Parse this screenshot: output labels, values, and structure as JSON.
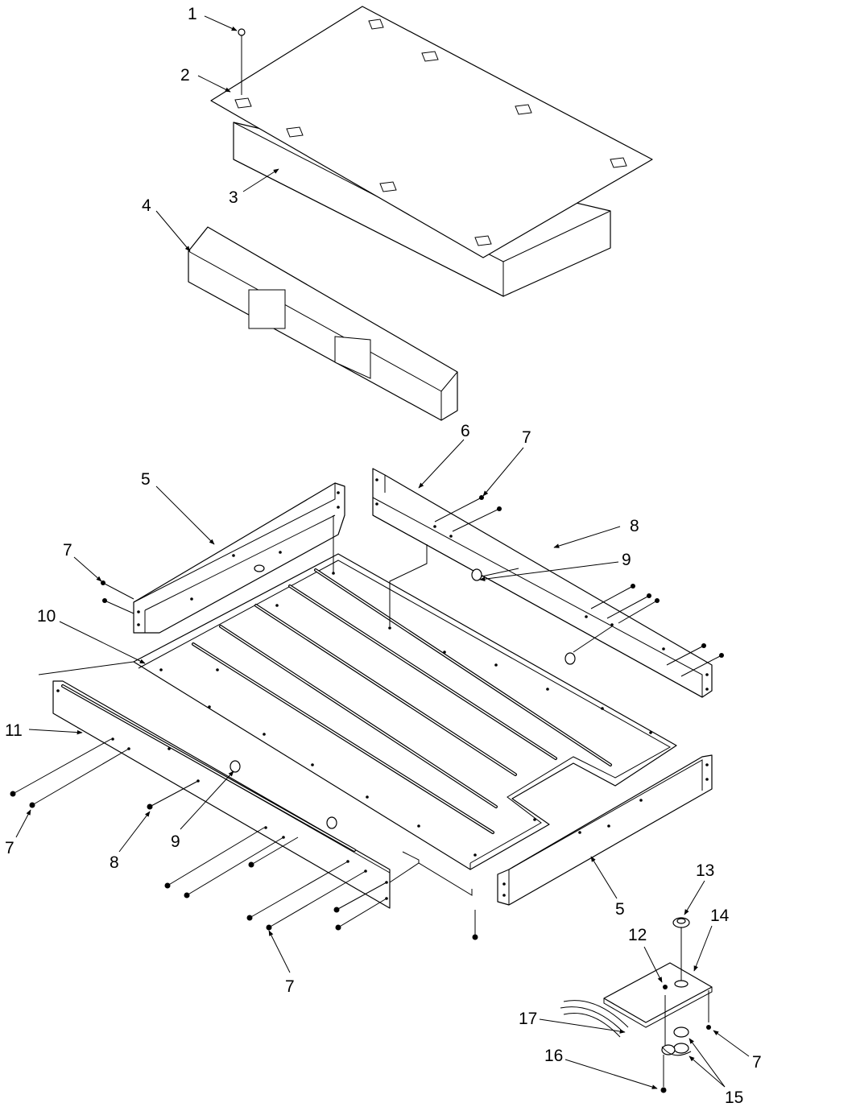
{
  "callouts": {
    "c1": "1",
    "c2": "2",
    "c3": "3",
    "c4": "4",
    "c5a": "5",
    "c5b": "5",
    "c6": "6",
    "c7a": "7",
    "c7b": "7",
    "c7c": "7",
    "c7d": "7",
    "c7e": "7",
    "c8a": "8",
    "c8b": "8",
    "c9a": "9",
    "c9b": "9",
    "c10": "10",
    "c11": "11",
    "c12": "12",
    "c13": "13",
    "c14": "14",
    "c15": "15",
    "c16": "16",
    "c17": "17"
  },
  "colors": {
    "line": "#000000",
    "background": "#ffffff"
  }
}
